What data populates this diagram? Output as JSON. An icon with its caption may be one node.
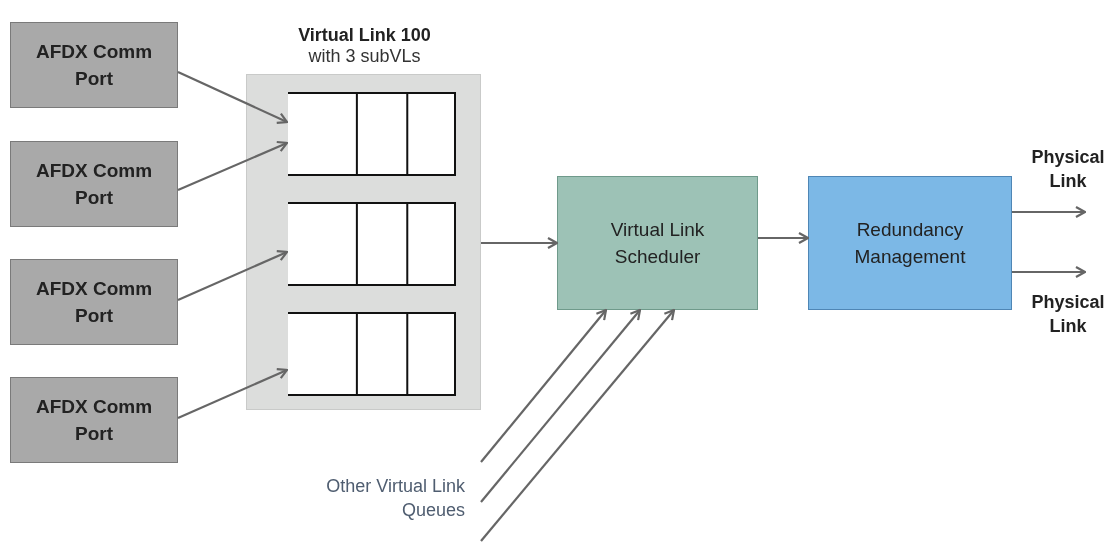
{
  "diagram": {
    "nodes": [
      {
        "text": [
          "AFDX Comm Port"
        ]
      },
      {
        "text": [
          "AFDX Comm Port"
        ]
      },
      {
        "text": [
          "AFDX Comm Port"
        ]
      },
      {
        "text": [
          "AFDX Comm Port"
        ]
      },
      {
        "text": [
          "Virtual Link 100",
          "with 3 subVLs"
        ]
      },
      {
        "text": [],
        "shape": "box",
        "in": 4
      },
      {
        "text": [],
        "shape": "box",
        "in": 4
      },
      {
        "text": [],
        "shape": "box",
        "in": 4
      },
      {
        "text": [
          "Virtual Link Scheduler"
        ]
      },
      {
        "text": [
          "Redundancy Management"
        ]
      }
    ],
    "edges": [
      {
        "from": 0,
        "to": 5,
        "arrow": "to"
      },
      {
        "from": 1,
        "to": 5,
        "arrow": "to"
      },
      {
        "from": 2,
        "to": 6,
        "arrow": "to"
      },
      {
        "from": 3,
        "to": 7,
        "arrow": "to"
      },
      {
        "from": 4,
        "to": 8,
        "arrow": "to"
      },
      {
        "from": null,
        "to": 8,
        "arrow": "to"
      },
      {
        "from": null,
        "to": 8,
        "arrow": "to"
      },
      {
        "from": null,
        "to": 8,
        "arrow": "to"
      },
      {
        "from": 8,
        "to": 9,
        "arrow": "to"
      },
      {
        "from": 9,
        "to": null,
        "arrow": "to",
        "label": "Physical Link"
      },
      {
        "from": 9,
        "to": null,
        "arrow": "to",
        "label": "Physical Link"
      }
    ],
    "labels": [
      "Other Virtual Link Queues"
    ]
  }
}
